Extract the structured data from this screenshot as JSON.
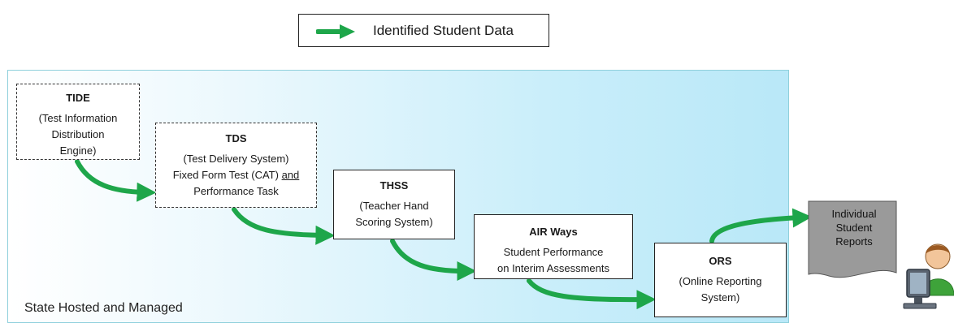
{
  "legend": {
    "label": "Identified Student Data"
  },
  "panel": {
    "label": "State Hosted and Managed"
  },
  "boxes": {
    "tide": {
      "title": "TIDE",
      "lines": [
        "(Test Information",
        "Distribution",
        "Engine)"
      ]
    },
    "tds": {
      "title": "TDS",
      "line1": "(Test Delivery System)",
      "line2_text": "Fixed Form Test (CAT) ",
      "line2_underlined": "and",
      "line3": "Performance Task"
    },
    "thss": {
      "title": "THSS",
      "lines": [
        "(Teacher Hand",
        "Scoring System)"
      ]
    },
    "airways": {
      "title": "AIR Ways",
      "lines": [
        "Student Performance",
        "on Interim Assessments"
      ]
    },
    "ors": {
      "title": "ORS",
      "lines": [
        "(Online Reporting",
        "System)"
      ]
    }
  },
  "report": {
    "lines": [
      "Individual",
      "Student",
      "Reports"
    ]
  },
  "colors": {
    "arrow": "#1ea64a",
    "panel": "#c9eefa",
    "panel_border": "#8fd0dc",
    "document": "#9a9a9a"
  },
  "icons": [
    "arrow-right-icon",
    "document-icon",
    "user-computer-icon"
  ]
}
